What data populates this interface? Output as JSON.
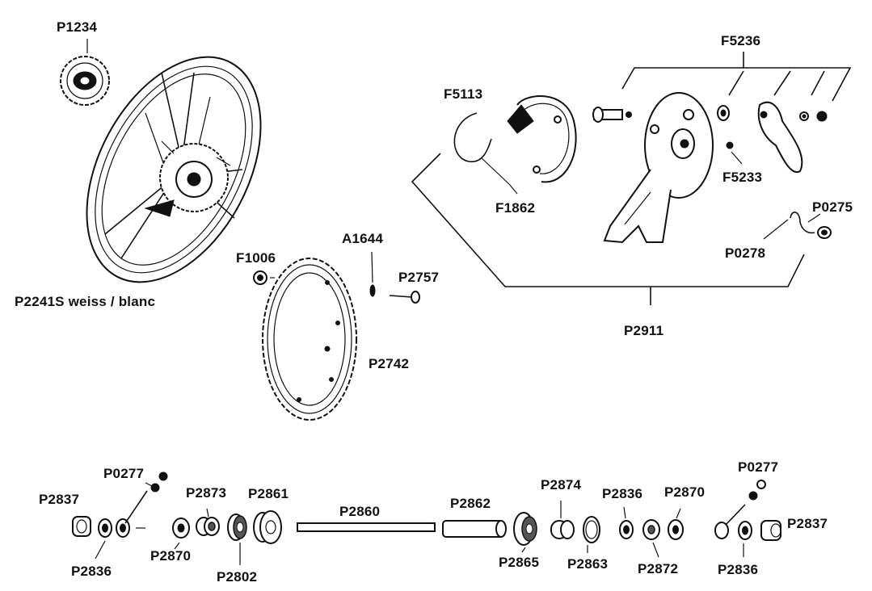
{
  "labels": {
    "p1234": "P1234",
    "p2241s": "P2241S weiss / blanc",
    "f1006": "F1006",
    "a1644": "A1644",
    "p2757": "P2757",
    "p2742": "P2742",
    "f5113": "F5113",
    "f1862": "F1862",
    "f5236": "F5236",
    "f5233": "F5233",
    "p0275": "P0275",
    "p0278": "P0278",
    "p2911": "P2911",
    "p0277_left": "P0277",
    "p2837_left": "P2837",
    "p2836_left": "P2836",
    "p2873": "P2873",
    "p2861": "P2861",
    "p2870_left": "P2870",
    "p2802": "P2802",
    "p2860": "P2860",
    "p2862": "P2862",
    "p2874": "P2874",
    "p2836_mid": "P2836",
    "p2870_right": "P2870",
    "p2865": "P2865",
    "p2863": "P2863",
    "p2872": "P2872",
    "p0277_right": "P0277",
    "p2837_right": "P2837",
    "p2836_right": "P2836"
  }
}
